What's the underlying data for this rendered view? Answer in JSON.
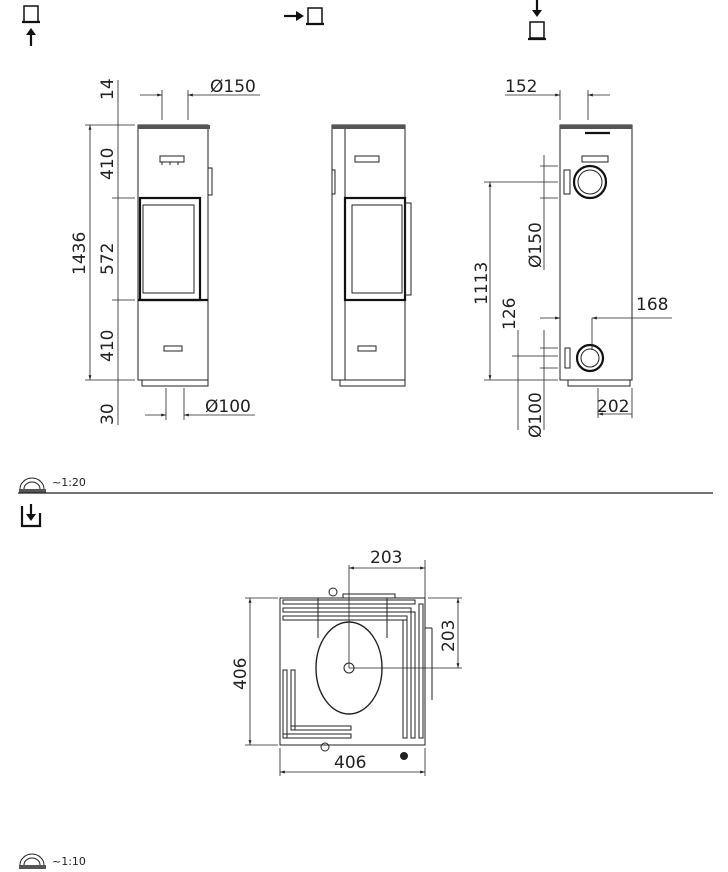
{
  "views": {
    "front": {
      "icon": "front-view-icon",
      "dims": {
        "top_cap": "14",
        "upper": "410",
        "door": "572",
        "lower": "410",
        "base": "30",
        "total": "1436",
        "flue_top": "Ø150",
        "air_inlet": "Ø100"
      }
    },
    "side": {
      "icon": "side-view-icon"
    },
    "rear": {
      "icon": "rear-view-icon",
      "dims": {
        "flue_offset": "152",
        "flue_height": "1113",
        "flue_rear": "Ø150",
        "inlet_offset": "168",
        "inlet_height": "126",
        "air_inlet": "Ø100",
        "inlet_depth": "202"
      }
    }
  },
  "scale_top": "~1:20",
  "plan": {
    "icon": "top-view-icon",
    "dims": {
      "width": "406",
      "depth": "406",
      "center_x": "203",
      "center_y": "203"
    }
  },
  "scale_bottom": "~1:10"
}
